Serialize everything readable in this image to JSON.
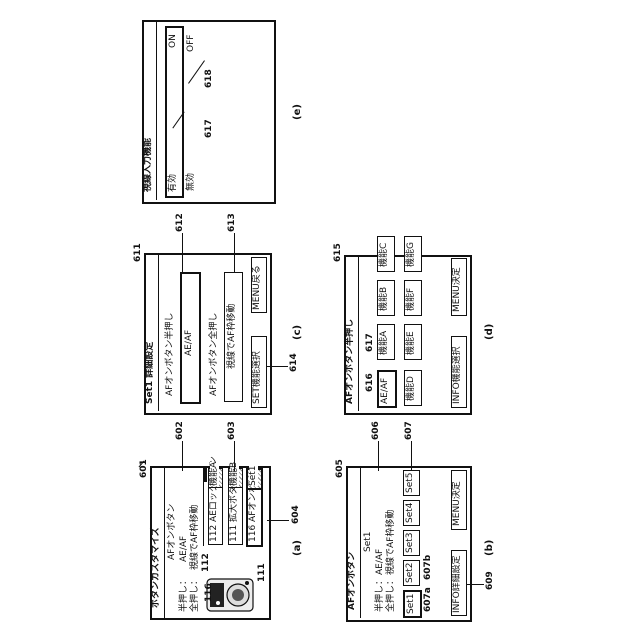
{
  "panels": {
    "a": {
      "caption": "(a)",
      "ref_screen": "601",
      "ref_text": "602",
      "ref_highlight": "603",
      "ref_list": "604",
      "ref_camera": "116",
      "ref_btn_a": "112",
      "ref_btn_b": "111",
      "title": "ボタンカスタマイズ",
      "line1": "AFオンボタン",
      "label_half": "半押し：",
      "value_half": "AE/AF",
      "label_full": "全押し：",
      "value_full": "視線でAF枠移動",
      "list": [
        "112 AEロックボタン",
        "111 拡大ボタン",
        "116 AFオンボタン"
      ],
      "badges": [
        "機能A",
        "機能B",
        "Set1"
      ]
    },
    "b": {
      "caption": "(b)",
      "ref_screen": "605",
      "ref_text": "606",
      "ref_set5": "607",
      "ref_set1": "607a",
      "ref_set2": "607b",
      "ref_info": "609",
      "title": "AFオンボタン",
      "set_label": "Set1",
      "label_half": "半押し：",
      "value_half": "AE/AF",
      "label_full": "全押し：",
      "value_full": "視線でAF枠移動",
      "sets": [
        "Set1",
        "Set2",
        "Set3",
        "Set4",
        "Set5"
      ],
      "info_button": "INFO詳細設定",
      "menu_button": "MENU決定"
    },
    "c": {
      "caption": "(c)",
      "ref_screen": "611",
      "ref_half": "612",
      "ref_full": "613",
      "ref_set": "614",
      "title": "Set1 詳細設定",
      "half_label": "AFオンボタン半押し",
      "half_value": "AE/AF",
      "full_label": "AFオンボタン全押し",
      "full_value": "視線でAF枠移動",
      "set_button": "SET機能選択",
      "menu_button": "MENU戻る"
    },
    "d": {
      "caption": "(d)",
      "ref_screen": "615",
      "ref_ae": "616",
      "ref_func": "617",
      "title": "AFオンボタン半押し",
      "functions": [
        "AE/AF",
        "機能A",
        "機能B",
        "機能C",
        "機能D",
        "機能E",
        "機能F",
        "機能G"
      ],
      "info_button": "INFO機能選択",
      "menu_button": "MENU決定"
    },
    "e": {
      "caption": "(e)",
      "ref_on": "617",
      "ref_off": "618",
      "title": "視線入力機能",
      "opt_enable": "有効",
      "val_on": "ON",
      "opt_disable": "無効",
      "val_off": "OFF"
    }
  }
}
